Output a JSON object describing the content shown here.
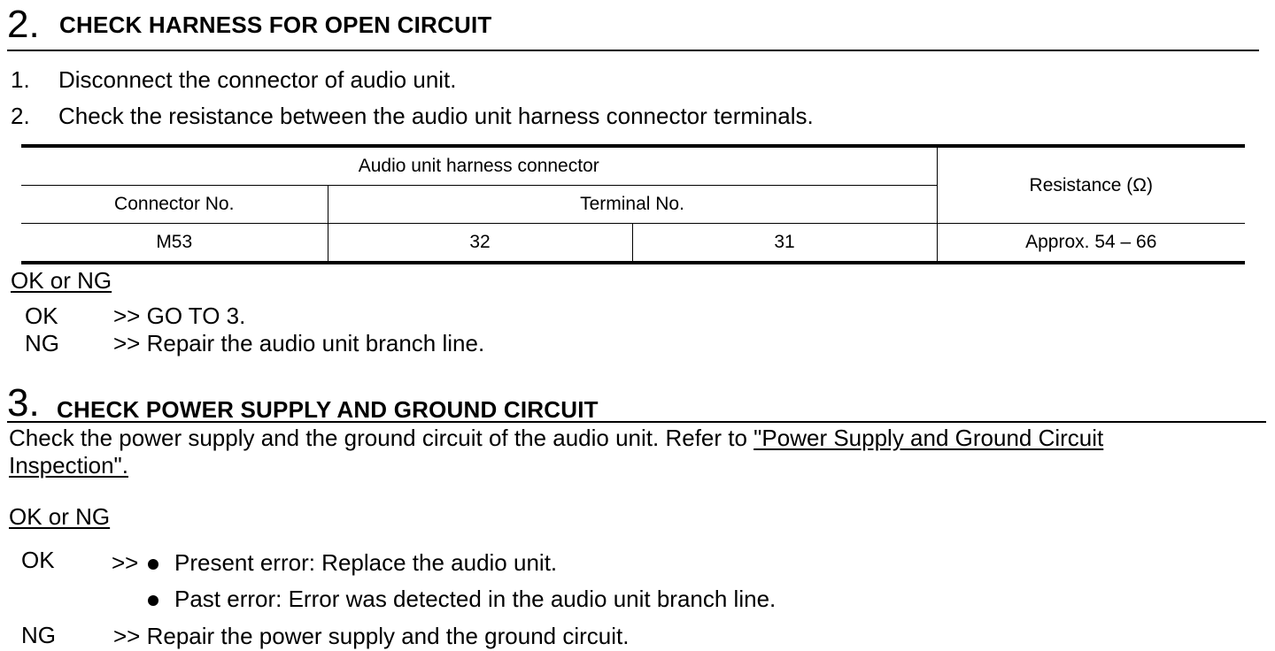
{
  "step2": {
    "number": "2.",
    "title": "CHECK HARNESS FOR OPEN CIRCUIT",
    "instructions": [
      {
        "num": "1.",
        "text": "Disconnect the connector of audio unit."
      },
      {
        "num": "2.",
        "text": "Check the resistance between the audio unit harness connector terminals."
      }
    ],
    "table": {
      "group_header": "Audio unit harness connector",
      "resistance_header": "Resistance (Ω)",
      "connector_header": "Connector No.",
      "terminal_header": "Terminal No.",
      "row": {
        "connector": "M53",
        "terminal_a": "32",
        "terminal_b": "31",
        "resistance": "Approx. 54 – 66"
      }
    },
    "result_heading": "OK or NG",
    "results": [
      {
        "code": "OK",
        "action": ">> GO TO 3."
      },
      {
        "code": "NG",
        "action": ">> Repair the audio unit branch line."
      }
    ]
  },
  "step3": {
    "number": "3.",
    "title": "CHECK POWER SUPPLY AND GROUND CIRCUIT",
    "description": "Check the power supply and the ground circuit of the audio unit. Refer to ",
    "link_line1": "\"Power Supply and Ground Circuit ",
    "link_line2": "Inspection\".",
    "result_heading": "OK or NG",
    "ok_code": "OK",
    "ok_prefix": ">>",
    "ok_bullets": [
      "Present error: Replace the audio unit.",
      "Past error: Error was detected in the audio unit branch line."
    ],
    "ng_code": "NG",
    "ng_action": ">> Repair the power supply and the ground circuit."
  }
}
